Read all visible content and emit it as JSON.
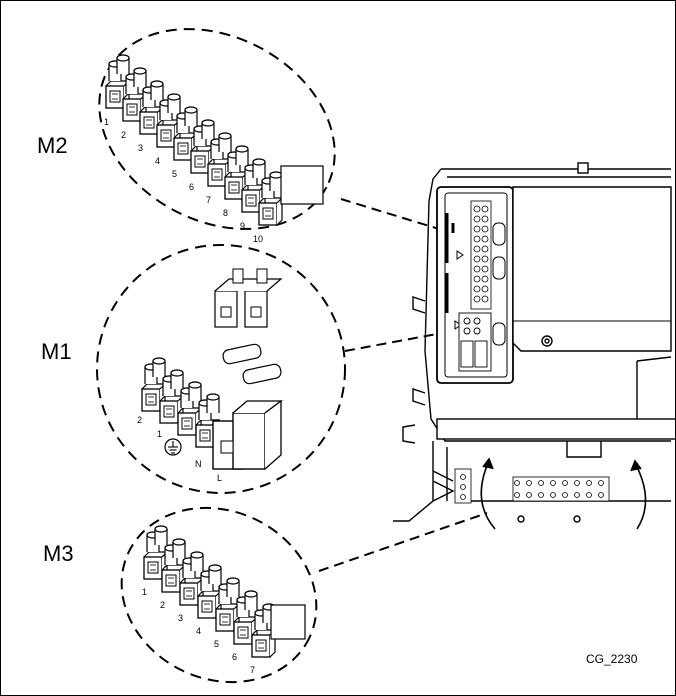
{
  "labels": {
    "m2": "M2",
    "m1": "M1",
    "m3": "M3",
    "ref_code": "CG_2230"
  },
  "m2_terminals": [
    "1",
    "2",
    "3",
    "4",
    "5",
    "6",
    "7",
    "8",
    "9",
    "10"
  ],
  "m3_terminals": [
    "1",
    "2",
    "3",
    "4",
    "5",
    "6",
    "7"
  ],
  "m1_terminals": {
    "t2": "2",
    "t1": "1",
    "neutral": "N",
    "line": "L"
  },
  "icons": {
    "ground": "ground-symbol-icon"
  }
}
